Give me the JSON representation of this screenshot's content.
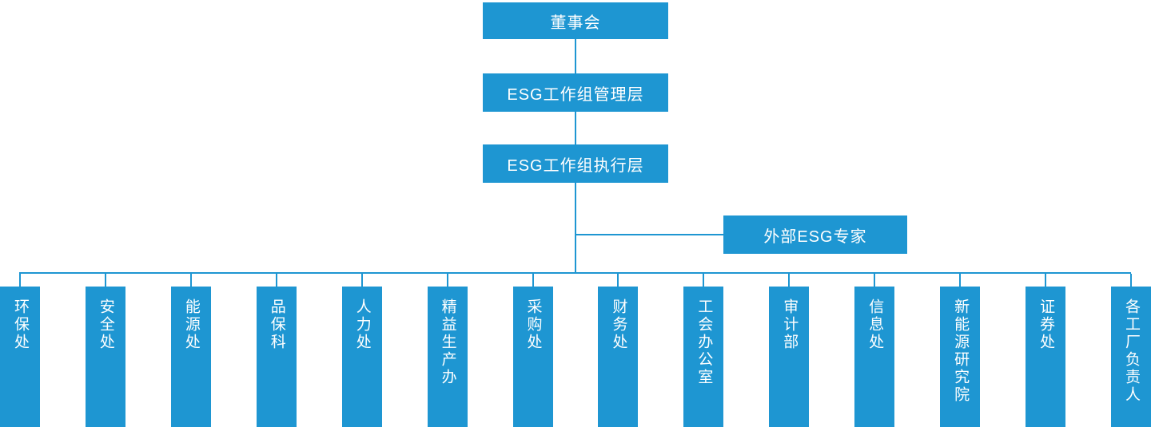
{
  "org": {
    "accent_color": "#1e96d2",
    "text_color": "#ffffff",
    "nodes": {
      "board": "董事会",
      "management": "ESG工作组管理层",
      "execution": "ESG工作组执行层",
      "external": "外部ESG专家"
    },
    "departments": [
      "环保处",
      "安全处",
      "能源处",
      "品保科",
      "人力处",
      "精益生产办",
      "采购处",
      "财务处",
      "工会办公室",
      "审计部",
      "信息处",
      "新能源研究院",
      "证券处",
      "各工厂负责人"
    ]
  }
}
